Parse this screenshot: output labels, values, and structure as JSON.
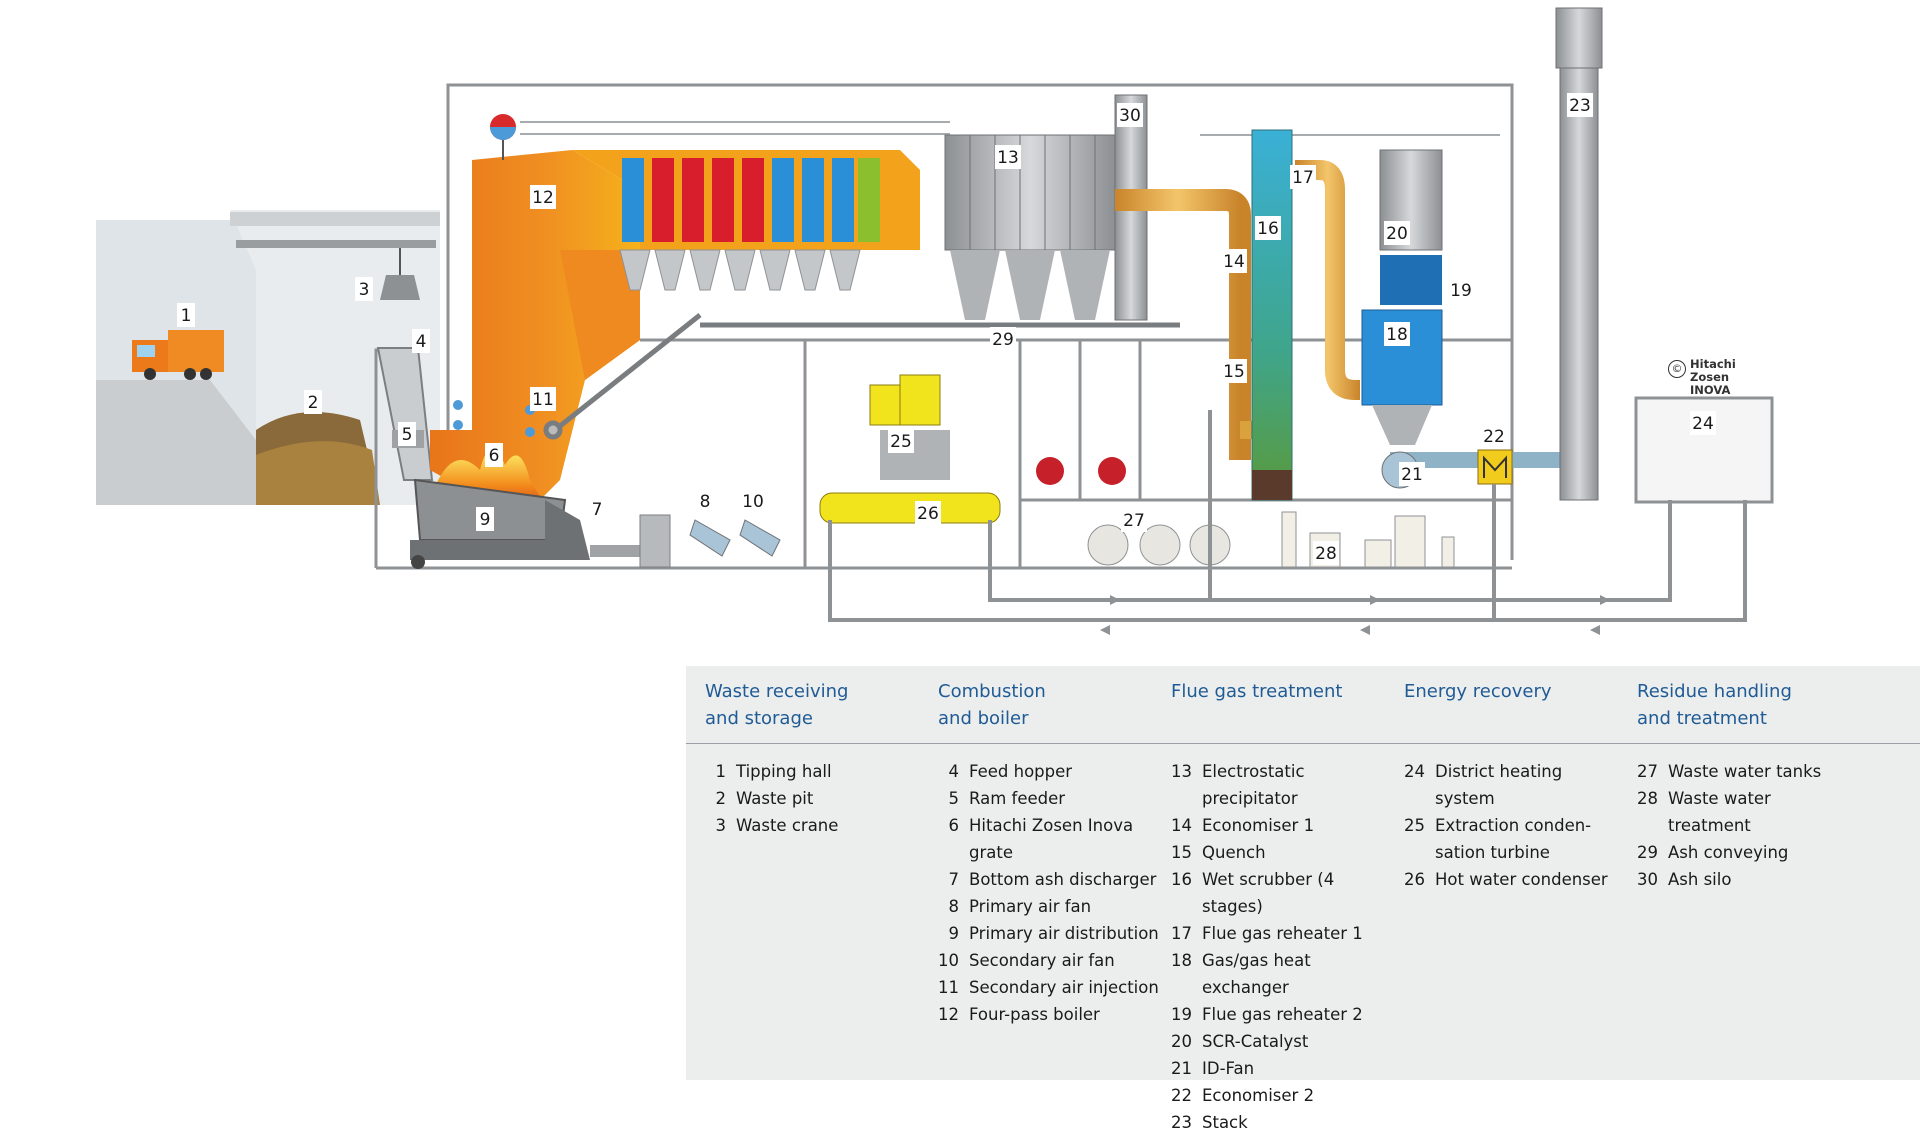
{
  "copyright": {
    "symbol": "©",
    "text": "Hitachi Zosen\nINOVA"
  },
  "diagram_labels": [
    "1",
    "2",
    "3",
    "4",
    "5",
    "6",
    "7",
    "8",
    "9",
    "10",
    "11",
    "12",
    "13",
    "14",
    "15",
    "16",
    "17",
    "18",
    "19",
    "20",
    "21",
    "22",
    "23",
    "24",
    "25",
    "26",
    "27",
    "28",
    "29",
    "30"
  ],
  "legend": {
    "columns": [
      {
        "heading": "Waste receiving\nand storage",
        "items": [
          {
            "num": "1",
            "text": "Tipping hall"
          },
          {
            "num": "2",
            "text": "Waste pit"
          },
          {
            "num": "3",
            "text": "Waste crane"
          }
        ]
      },
      {
        "heading": "Combustion\nand boiler",
        "items": [
          {
            "num": "4",
            "text": "Feed hopper"
          },
          {
            "num": "5",
            "text": "Ram feeder"
          },
          {
            "num": "6",
            "text": "Hitachi Zosen Inova\ngrate"
          },
          {
            "num": "7",
            "text": "Bottom ash discharger"
          },
          {
            "num": "8",
            "text": "Primary air fan"
          },
          {
            "num": "9",
            "text": "Primary air distribution"
          },
          {
            "num": "10",
            "text": "Secondary air fan"
          },
          {
            "num": "11",
            "text": "Secondary air injection"
          },
          {
            "num": "12",
            "text": "Four-pass boiler"
          }
        ]
      },
      {
        "heading": "Flue gas treatment",
        "items": [
          {
            "num": "13",
            "text": "Electrostatic precipitator"
          },
          {
            "num": "14",
            "text": "Economiser 1"
          },
          {
            "num": "15",
            "text": "Quench"
          },
          {
            "num": "16",
            "text": "Wet scrubber (4 stages)"
          },
          {
            "num": "17",
            "text": "Flue gas reheater 1"
          },
          {
            "num": "18",
            "text": "Gas/gas heat exchanger"
          },
          {
            "num": "19",
            "text": "Flue gas reheater 2"
          },
          {
            "num": "20",
            "text": "SCR-Catalyst"
          },
          {
            "num": "21",
            "text": "ID-Fan"
          },
          {
            "num": "22",
            "text": "Economiser 2"
          },
          {
            "num": "23",
            "text": "Stack"
          }
        ]
      },
      {
        "heading": "Energy recovery",
        "items": [
          {
            "num": "24",
            "text": "District heating system"
          },
          {
            "num": "25",
            "text": "Extraction conden-\nsation turbine"
          },
          {
            "num": "26",
            "text": "Hot water condenser"
          }
        ]
      },
      {
        "heading": "Residue handling\nand treatment",
        "items": [
          {
            "num": "27",
            "text": "Waste water tanks"
          },
          {
            "num": "28",
            "text": "Waste water treatment"
          },
          {
            "num": "29",
            "text": "Ash conveying"
          },
          {
            "num": "30",
            "text": "Ash silo"
          }
        ]
      }
    ]
  },
  "colors": {
    "boiler_orange": "#e8751a",
    "boiler_yellow": "#f4b400",
    "hx_blue": "#2a8fd6",
    "hx_red": "#d81e2c",
    "hx_green": "#8cbf2e",
    "pipe_orange": "#e1a23a",
    "steel_grey": "#a7aaad",
    "scr_blue": "#1f6fb5",
    "machinery_yellow": "#f2e41c",
    "legend_heading": "#1f5b95",
    "legend_bg": "#eceded"
  }
}
